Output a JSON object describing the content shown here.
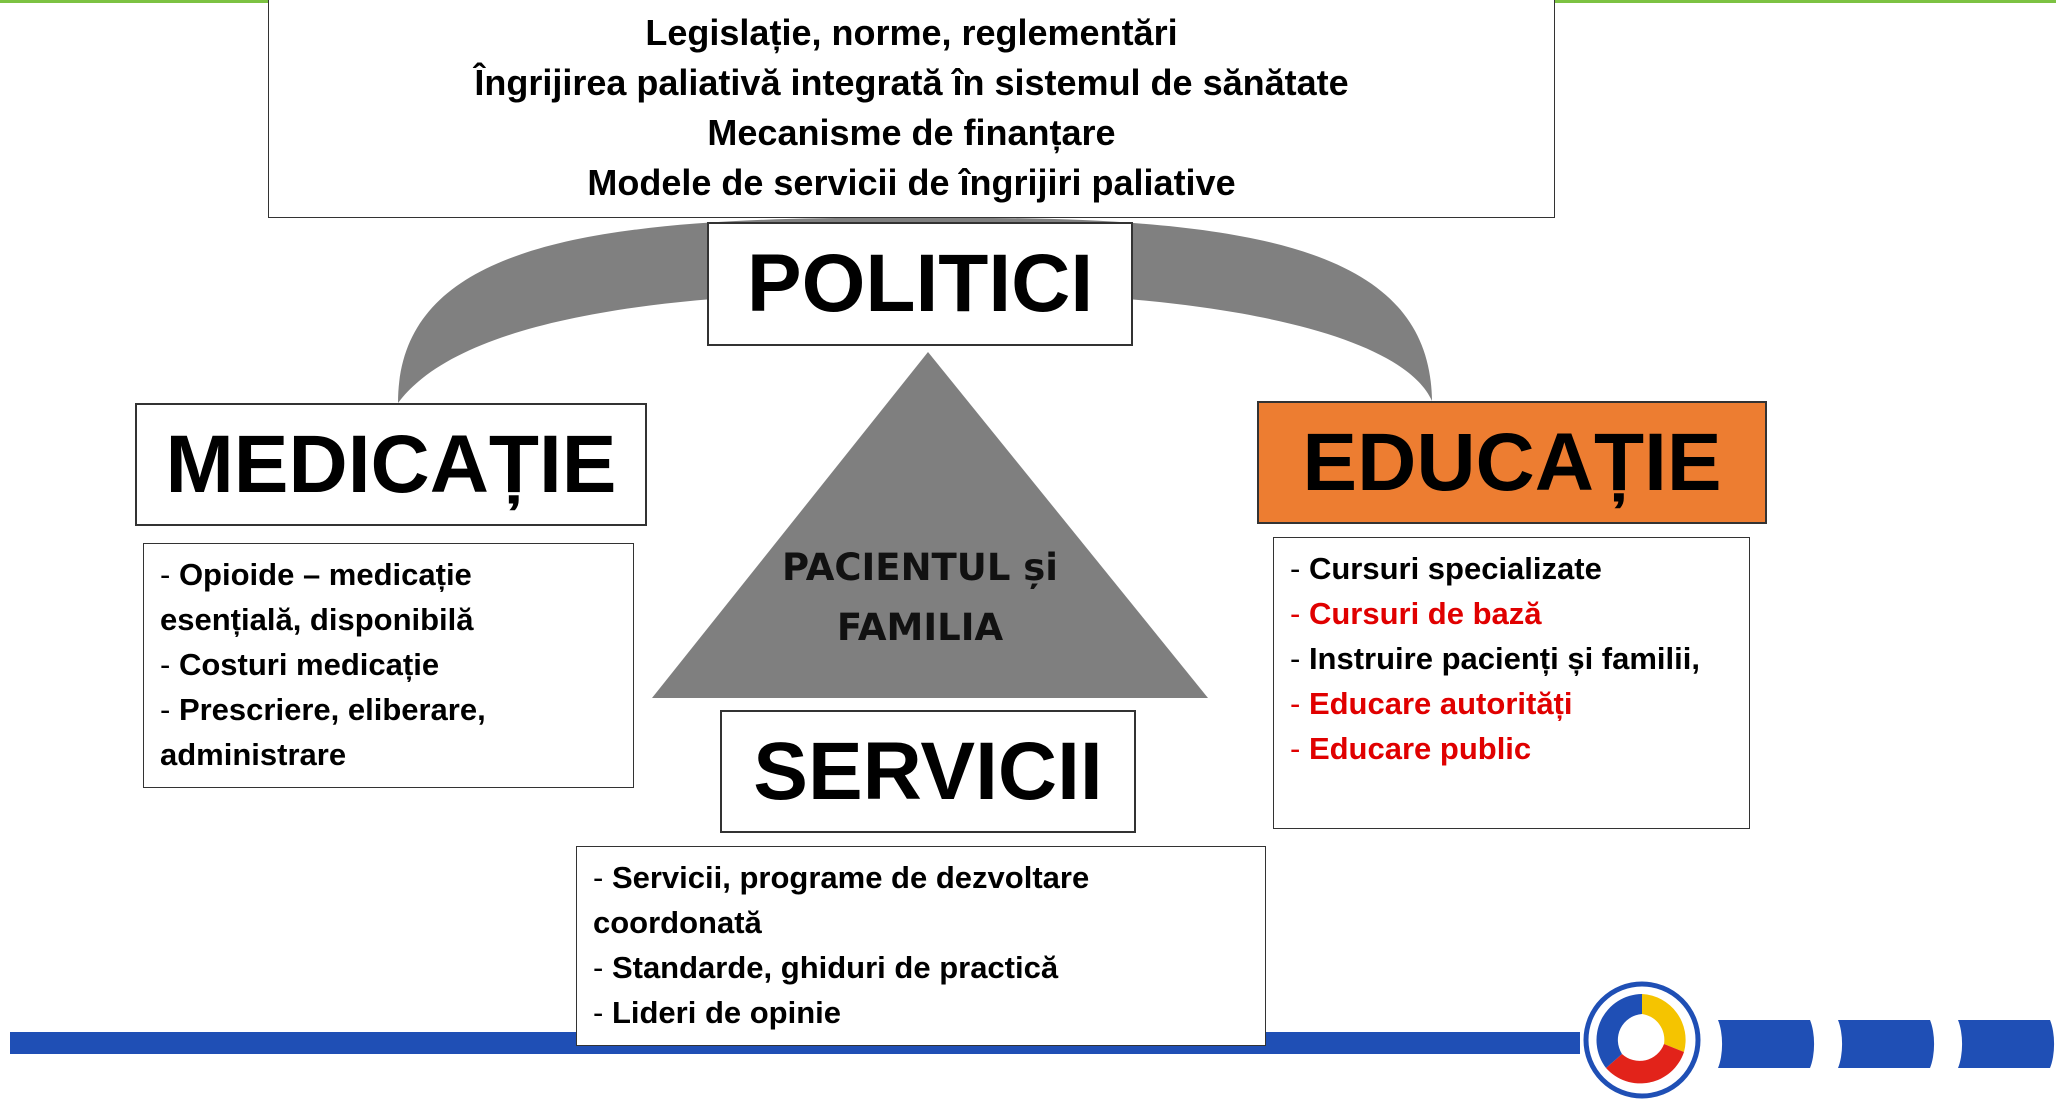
{
  "policy_context": {
    "lines": [
      "Legislație, norme, reglementări",
      "Îngrijirea paliativă integrată în sistemul de sănătate",
      "Mecanisme de finanțare",
      "Modele de servicii de îngrijiri paliative"
    ]
  },
  "politici": {
    "title": "POLITICI"
  },
  "medicatie": {
    "title": "MEDICAȚIE",
    "items": [
      "Opioide – medicație esențială, disponibilă",
      "Costuri medicație",
      "Prescriere, eliberare, administrare"
    ]
  },
  "educatie": {
    "title": "EDUCAȚIE",
    "items": [
      "Cursuri specializate",
      "Cursuri de bază",
      "Instruire pacienți și familii,",
      "Educare autorități",
      "Educare public"
    ]
  },
  "servicii": {
    "title": "SERVICII",
    "items": [
      "Servicii, programe de dezvoltare coordonată",
      "Standarde, ghiduri de practică",
      "Lideri de opinie"
    ]
  },
  "center": {
    "line1": "PACIENTUL și",
    "line2": "FAMILIA"
  },
  "colors": {
    "accent_green": "#7cc242",
    "educatie_fill": "#ed7d31",
    "arc_gray": "#808080",
    "triangle_gray": "#7f7f7f",
    "footer_blue": "#1f4fb5",
    "highlight_red": "#e00000"
  },
  "icons": {
    "logo": "circular-organization-logo"
  }
}
